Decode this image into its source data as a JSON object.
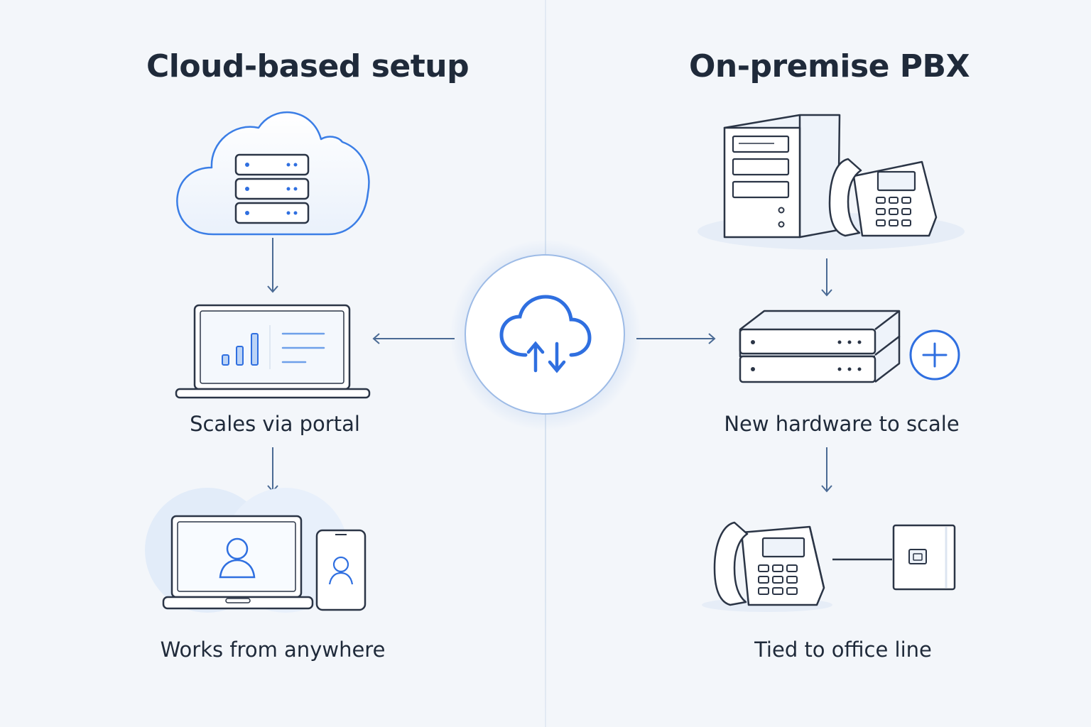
{
  "left": {
    "heading": "Cloud-based setup",
    "scale_label": "Scales via portal",
    "access_label": "Works from anywhere"
  },
  "right": {
    "heading": "On-premise PBX",
    "scale_label": "New hardware to scale",
    "line_label": "Tied to office line"
  },
  "colors": {
    "background": "#f3f6fa",
    "accent_blue": "#2f6fe0",
    "outline_navy": "#2b3546",
    "arrow": "#4a6a94"
  },
  "icons": {
    "cloud_server": "cloud-server-icon",
    "laptop_dashboard": "laptop-dashboard-icon",
    "remote_devices": "laptop-phone-user-icon",
    "hub": "cloud-sync-icon",
    "pbx_server": "tower-server-desk-phone-icon",
    "rack_hardware": "rack-server-plus-icon",
    "office_line": "desk-phone-wall-jack-icon"
  }
}
